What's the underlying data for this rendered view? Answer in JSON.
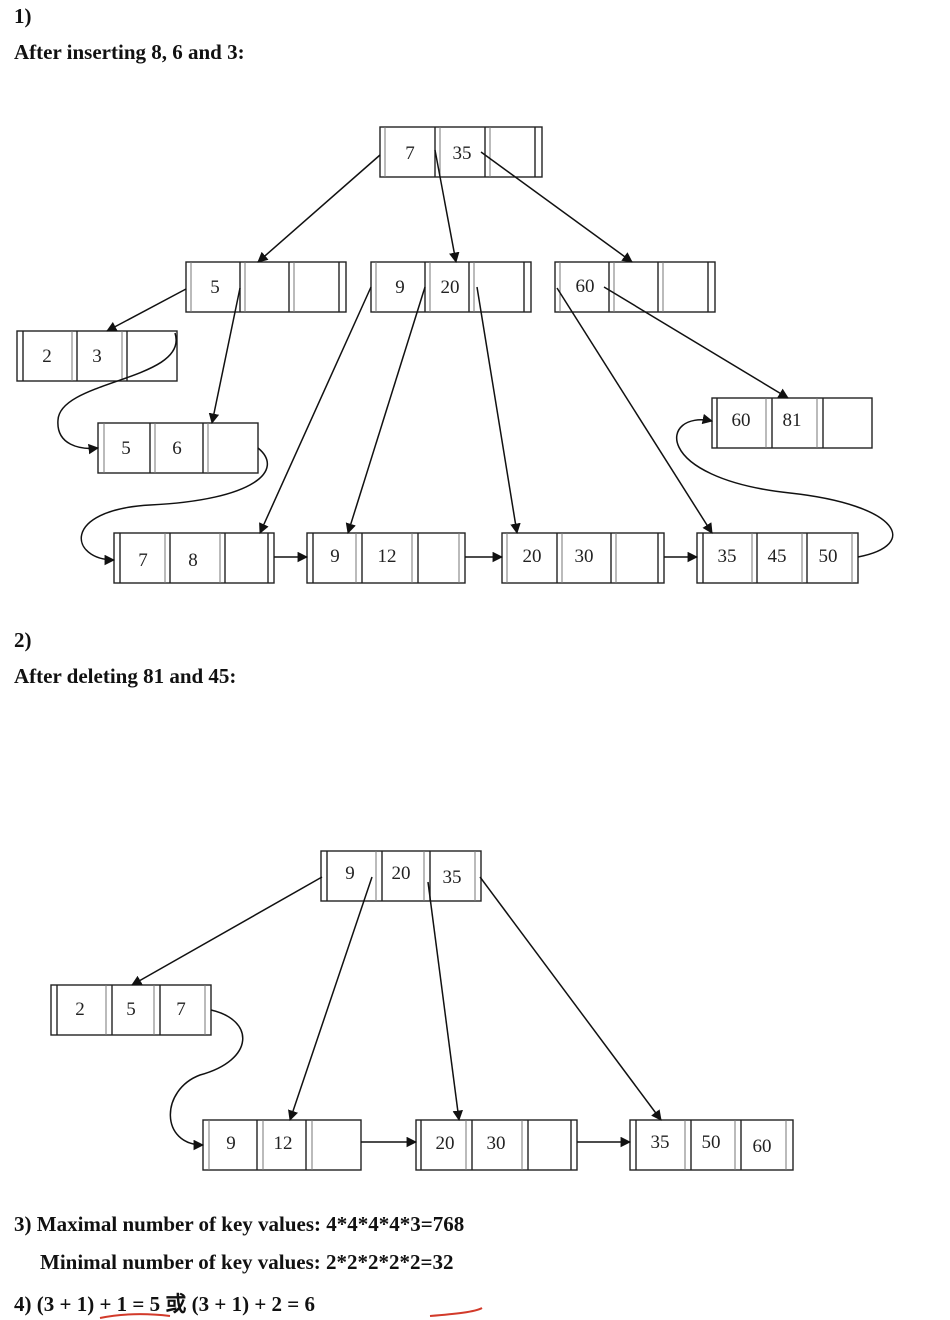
{
  "part1": {
    "number": "1)",
    "caption": "After inserting 8, 6 and 3:",
    "nodes": {
      "root": [
        "7",
        "35"
      ],
      "mid_left": [
        "5"
      ],
      "mid_center": [
        "9",
        "20"
      ],
      "mid_right": [
        "60"
      ],
      "leaf_2_3": [
        "2",
        "3"
      ],
      "leaf_5_6": [
        "5",
        "6"
      ],
      "leaf_7_8": [
        "7",
        "8"
      ],
      "leaf_9_12": [
        "9",
        "12"
      ],
      "leaf_20_30": [
        "20",
        "30"
      ],
      "leaf_35_45_50": [
        "35",
        "45",
        "50"
      ],
      "leaf_60_81": [
        "60",
        "81"
      ]
    }
  },
  "part2": {
    "number": "2)",
    "caption": "After deleting 81 and 45:",
    "nodes": {
      "root": [
        "9",
        "20",
        "35"
      ],
      "leaf_2_5_7": [
        "2",
        "5",
        "7"
      ],
      "leaf_9_12": [
        "9",
        "12"
      ],
      "leaf_20_30": [
        "20",
        "30"
      ],
      "leaf_35_50_60": [
        "35",
        "50",
        "60"
      ]
    }
  },
  "answers": {
    "line3": "3) Maximal number of key values: 4*4*4*4*3=768",
    "line3b": "Minimal number of key values: 2*2*2*2*2=32",
    "line4": "4) (3 + 1) + 1 = 5  或  (3 + 1) + 2 = 6"
  }
}
